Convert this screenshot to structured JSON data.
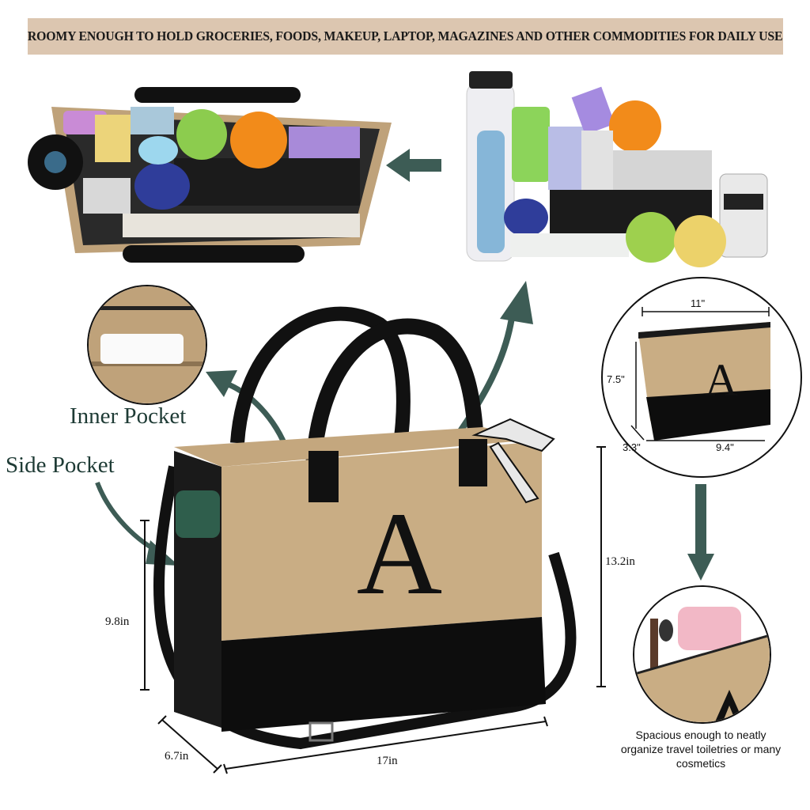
{
  "banner": {
    "text": "ROOMY ENOUGH TO HOLD GROCERIES, FOODS, MAKEUP, LAPTOP, MAGAZINES AND OTHER COMMODITIES FOR DAILY USE"
  },
  "labels": {
    "inner_pocket": "Inner Pocket",
    "side_pocket": "Side Pocket"
  },
  "bag": {
    "monogram": "A",
    "height": "13.2in",
    "pocket_height": "9.8in",
    "width": "17in",
    "depth": "6.7in"
  },
  "pouch": {
    "monogram": "A",
    "width_top": "11\"",
    "height": "7.5\"",
    "depth": "3.3\"",
    "width_bottom": "9.4\""
  },
  "caption": {
    "text": "Spacious enough to neatly organize travel toiletries or many cosmetics"
  },
  "colors": {
    "accent": "#3d5c55",
    "jute": "#c9ad84",
    "banner": "#dcc6b0"
  }
}
